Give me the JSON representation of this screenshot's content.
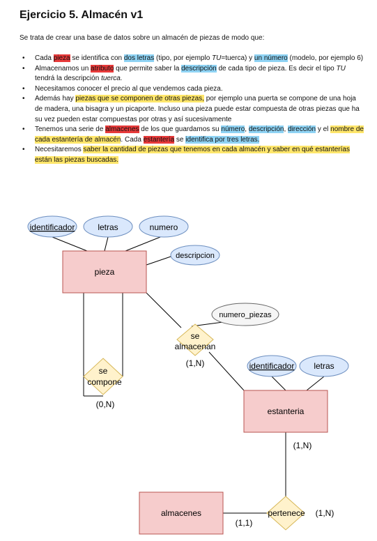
{
  "title": "Ejercicio 5. Almacén v1",
  "intro": "Se trata de crear una base de datos sobre un almacén de piezas de modo que:",
  "bullets": [
    {
      "parts": [
        {
          "t": "Cada "
        },
        {
          "t": "pieza",
          "hl": "red"
        },
        {
          "t": " se identifica con "
        },
        {
          "t": "dos letras",
          "hl": "blue"
        },
        {
          "t": " (tipo, por ejemplo "
        },
        {
          "t": "TU",
          "i": true
        },
        {
          "t": "=tuerca) y "
        },
        {
          "t": "un número",
          "hl": "blue"
        },
        {
          "t": " (modelo, por ejemplo 6)"
        }
      ]
    },
    {
      "parts": [
        {
          "t": "Almacenamos un "
        },
        {
          "t": "atributo",
          "hl": "red"
        },
        {
          "t": " que permite saber la "
        },
        {
          "t": "descripción",
          "hl": "blue"
        },
        {
          "t": " de cada tipo de pieza. Es decir el tipo "
        },
        {
          "t": "TU",
          "i": true
        },
        {
          "t": " tendrá la descripción "
        },
        {
          "t": "tuerca.",
          "i": true
        }
      ]
    },
    {
      "parts": [
        {
          "t": "Necesitamos conocer el precio al que vendemos cada pieza."
        }
      ]
    },
    {
      "parts": [
        {
          "t": "Además hay "
        },
        {
          "t": "piezas que se componen de otras piezas,",
          "hl": "yellow"
        },
        {
          "t": " por ejemplo una puerta se compone de una hoja de madera, una bisagra y un picaporte. Incluso una pieza puede estar compuesta de otras piezas que ha su vez pueden estar compuestas por otras y así sucesivamente"
        }
      ]
    },
    {
      "parts": [
        {
          "t": "Tenemos una serie de "
        },
        {
          "t": "almacenes",
          "hl": "red"
        },
        {
          "t": " de los que guardamos su "
        },
        {
          "t": "número",
          "hl": "blue"
        },
        {
          "t": ", "
        },
        {
          "t": "descripción",
          "hl": "blue"
        },
        {
          "t": ", "
        },
        {
          "t": "dirección",
          "hl": "blue"
        },
        {
          "t": " y el "
        },
        {
          "t": "nombre de cada estantería de almacén",
          "hl": "yellow"
        },
        {
          "t": ". Cada "
        },
        {
          "t": "estantería",
          "hl": "red"
        },
        {
          "t": " se "
        },
        {
          "t": "identifica por tres letras.",
          "hl": "blue"
        }
      ]
    },
    {
      "parts": [
        {
          "t": "Necesitaremos "
        },
        {
          "t": "saber la cantidad de piezas que tenemos en cada almacén y saber en qué estanterías están las piezas buscadas.",
          "hl": "yellow"
        }
      ]
    }
  ],
  "colors": {
    "entity_fill": "#f6cccc",
    "entity_stroke": "#b85450",
    "attr_fill": "#dae8fc",
    "attr_stroke": "#6c8ebf",
    "rel_fill": "#fff2cc",
    "rel_stroke": "#d6b656",
    "attr_plain_fill": "#f5f5f5",
    "attr_plain_stroke": "#666666",
    "line": "#000000"
  },
  "diagram": {
    "entities": {
      "pieza": "pieza",
      "estanteria": "estanteria",
      "almacenes": "almacenes"
    },
    "attributes": {
      "pieza_identificador": "identificador",
      "pieza_letras": "letras",
      "pieza_numero": "numero",
      "pieza_descripcion": "descripcion",
      "numero_piezas": "numero_piezas",
      "est_identificador": "identificador",
      "est_letras": "letras"
    },
    "relationships": {
      "se_compone": [
        "se",
        "compone"
      ],
      "se_almacenan": [
        "se",
        "almacenan"
      ],
      "pertenece": "pertenece"
    },
    "cardinalities": {
      "compone": "(0,N)",
      "almacenan": "(1,N)",
      "estanteria_top": "(1,N)",
      "pertenece_right": "(1,N)",
      "almacenes": "(1,1)"
    }
  }
}
